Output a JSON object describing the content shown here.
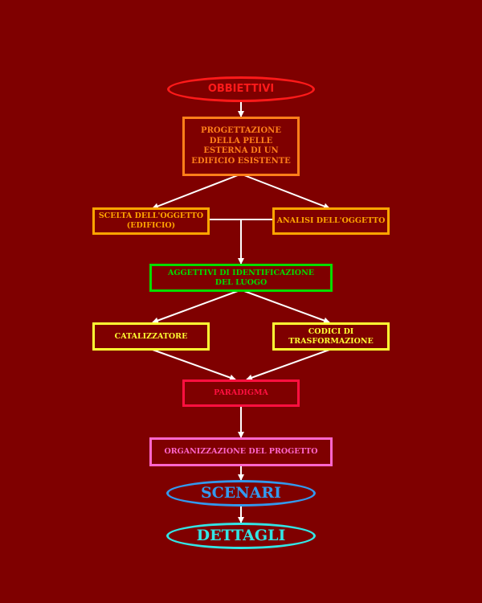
{
  "colors": {
    "background": "#7f0000",
    "connector": "#ffffff",
    "red": "#ff1a1a",
    "orange": "#ff7f1a",
    "gold": "#ffa500",
    "green": "#00dd00",
    "yellow": "#ffff33",
    "crimson": "#ff1040",
    "pink": "#ff66cc",
    "blue": "#3399ee",
    "cyan": "#33e5e5"
  },
  "nodes": {
    "obiettivi": "OBBIETTIVI",
    "progettazione": "PROGETTAZIONE\nDELLA PELLE\nESTERNA DI UN\nEDIFICIO ESISTENTE",
    "scelta": "SCELTA DELL'OGGETTO\n(EDIFICIO)",
    "analisi": "ANALISI DELL'OGGETTO",
    "aggettivi": "AGGETTIVI DI IDENTIFICAZIONE\nDEL LUOGO",
    "catalizzatore": "CATALIZZATORE",
    "codici": "CODICI DI\nTRASFORMAZIONE",
    "paradigma": "PARADIGMA",
    "organizzazione": "ORGANIZZAZIONE DEL PROGETTO",
    "scenari": "SCENARI",
    "dettagli": "DETTAGLI"
  }
}
